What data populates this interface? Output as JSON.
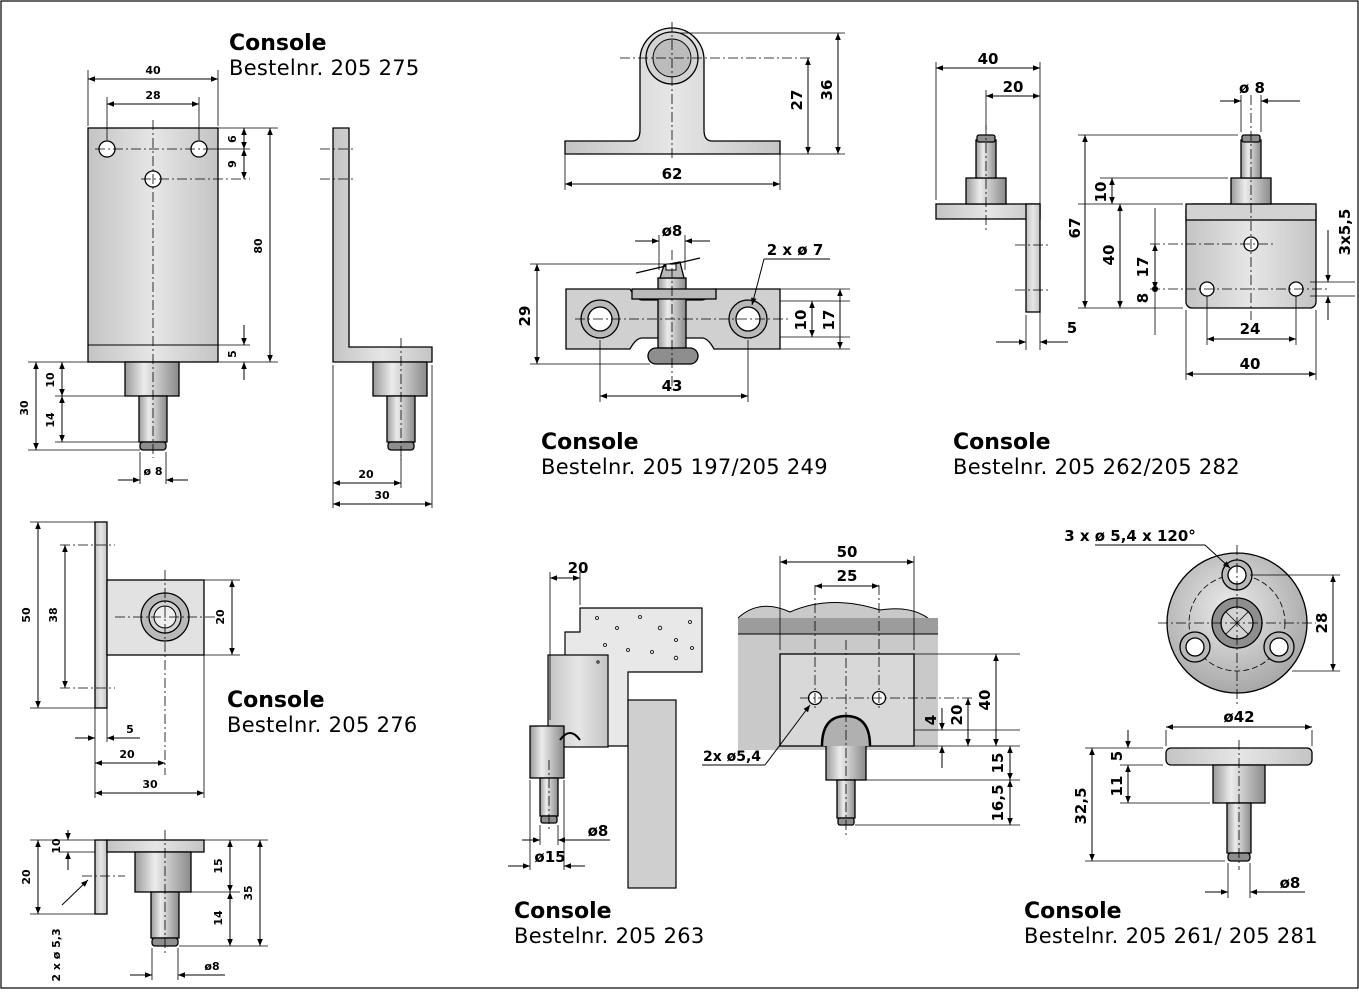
{
  "consoles": [
    {
      "title": "Console",
      "order": "Bestelnr. 205 275"
    },
    {
      "title": "Console",
      "order": "Bestelnr. 205 197/205 249"
    },
    {
      "title": "Console",
      "order": "Bestelnr. 205 262/205 282"
    },
    {
      "title": "Console",
      "order": "Bestelnr. 205 276"
    },
    {
      "title": "Console",
      "order": "Bestelnr. 205 263"
    },
    {
      "title": "Console",
      "order": "Bestelnr. 205 261/ 205 281"
    }
  ],
  "dims": {
    "c275": {
      "w40": "40",
      "w28": "28",
      "h6": "6",
      "h9": "9",
      "h80": "80",
      "h5": "5",
      "h10": "10",
      "h14": "14",
      "h30": "30",
      "d8": "ø 8",
      "s20": "20",
      "s30": "30"
    },
    "c276": {
      "h50": "50",
      "h38": "38",
      "h20": "20",
      "w5": "5",
      "w20": "20",
      "w30": "30",
      "b20": "20",
      "b10": "10",
      "b15": "15",
      "b14": "14",
      "b35": "35",
      "hole": "2 x ø 5,3",
      "d8": "ø8"
    },
    "c197": {
      "h27": "27",
      "h36": "36",
      "w62": "62",
      "d8": "ø8",
      "holes": "2 x ø 7",
      "h29": "29",
      "h10": "10",
      "h17": "17",
      "w43": "43"
    },
    "c262": {
      "w40": "40",
      "w20": "20",
      "w5": "5",
      "d8": "ø 8",
      "h10": "10",
      "h67": "67",
      "h40": "40",
      "h17": "17",
      "h8": "8",
      "slot": "3x5,5",
      "w24": "24",
      "w40b": "40"
    },
    "c263": {
      "w20": "20",
      "d8": "ø8",
      "d15": "ø15",
      "w50": "50",
      "w25": "25",
      "holes": "2x ø5,4",
      "h40": "40",
      "h20": "20",
      "h4": "4",
      "h15": "15",
      "h165": "16,5"
    },
    "c261": {
      "holes": "3 x ø 5,4 x 120°",
      "h28": "28",
      "d42": "ø42",
      "h5": "5",
      "h11": "11",
      "h325": "32,5",
      "d8": "ø8"
    }
  }
}
